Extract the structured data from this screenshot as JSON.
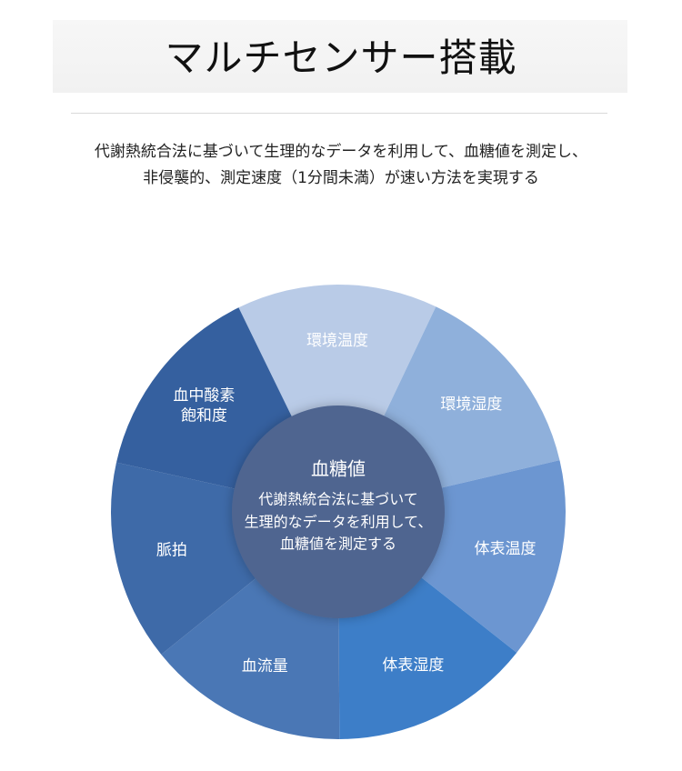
{
  "header": {
    "title": "マルチセンサー搭載",
    "description_line1": "代謝熱統合法に基づいて生理的なデータを利用して、血糖値を測定し、",
    "description_line2": "非侵襲的、測定速度（1分間未満）が速い方法を実現する"
  },
  "diagram": {
    "center": {
      "title": "血糖値",
      "lines": [
        "代謝熱統合法に基づいて",
        "生理的なデータを利用して、",
        "血糖値を測定する"
      ],
      "color": "#4f6590"
    },
    "segments": [
      {
        "lines": [
          "環境温度"
        ],
        "color": "#b9cbe7"
      },
      {
        "lines": [
          "環境湿度"
        ],
        "color": "#8fb0db"
      },
      {
        "lines": [
          "体表温度"
        ],
        "color": "#6c96d1"
      },
      {
        "lines": [
          "体表湿度"
        ],
        "color": "#3d7ec8"
      },
      {
        "lines": [
          "血流量"
        ],
        "color": "#4a77b5"
      },
      {
        "lines": [
          "脈拍"
        ],
        "color": "#3e6aa8"
      },
      {
        "lines": [
          "血中酸素",
          "飽和度"
        ],
        "color": "#35609f"
      }
    ]
  }
}
